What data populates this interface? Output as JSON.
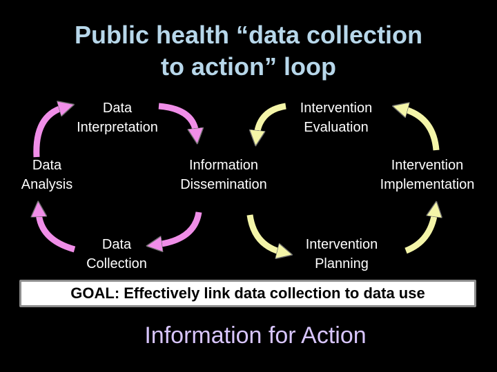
{
  "title": {
    "line1": "Public health “data collection",
    "line2": "to action” loop"
  },
  "nodes": {
    "data_interpretation": [
      "Data",
      "Interpretation"
    ],
    "data_analysis": [
      "Data",
      "Analysis"
    ],
    "data_collection": [
      "Data",
      "Collection"
    ],
    "information_dissemination": [
      "Information",
      "Dissemination"
    ],
    "intervention_evaluation": [
      "Intervention",
      "Evaluation"
    ],
    "intervention_implementation": [
      "Intervention",
      "Implementation"
    ],
    "intervention_planning": [
      "Intervention",
      "Planning"
    ]
  },
  "goal": "GOAL: Effectively link data collection to data use",
  "footer": "Information for Action",
  "colors": {
    "background": "#000000",
    "title": "#b7d7ea",
    "data_arrows": "#f08ee8",
    "intervention_arrows": "#f4f5a8",
    "footer": "#d9c6ff"
  }
}
